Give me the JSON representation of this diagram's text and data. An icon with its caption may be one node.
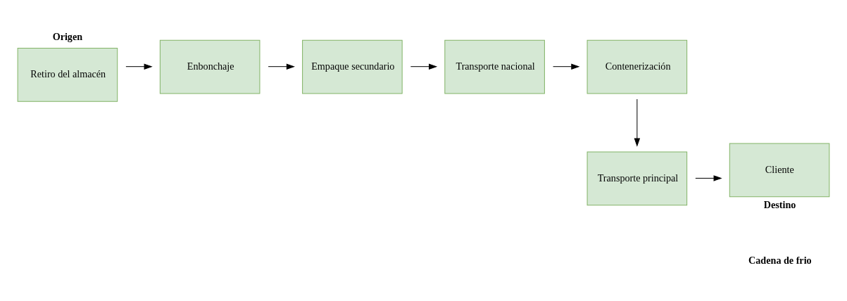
{
  "diagram": {
    "nodes": [
      {
        "text": [
          "Retiro del almacén"
        ],
        "beside": [
          "Origen"
        ]
      },
      {
        "text": [
          "Enbonchaje"
        ]
      },
      {
        "text": [
          "Empaque secundario"
        ]
      },
      {
        "text": [
          "Transporte nacional"
        ]
      },
      {
        "text": [
          "Contenerización"
        ]
      },
      {
        "text": [
          "Cliente"
        ],
        "beside": [
          "Destino"
        ]
      },
      {
        "text": [
          "Transporte principal"
        ]
      }
    ],
    "edges": [
      {
        "from": 0,
        "to": 1,
        "arrow": "to"
      },
      {
        "from": 1,
        "to": 2,
        "arrow": "to"
      },
      {
        "from": 2,
        "to": 3,
        "arrow": "to"
      },
      {
        "from": 3,
        "to": 4,
        "arrow": "to"
      },
      {
        "from": 4,
        "to": 6,
        "arrow": "to"
      },
      {
        "from": 6,
        "to": 5,
        "arrow": "to"
      }
    ],
    "labels": [
      "Cadena de frio"
    ]
  }
}
